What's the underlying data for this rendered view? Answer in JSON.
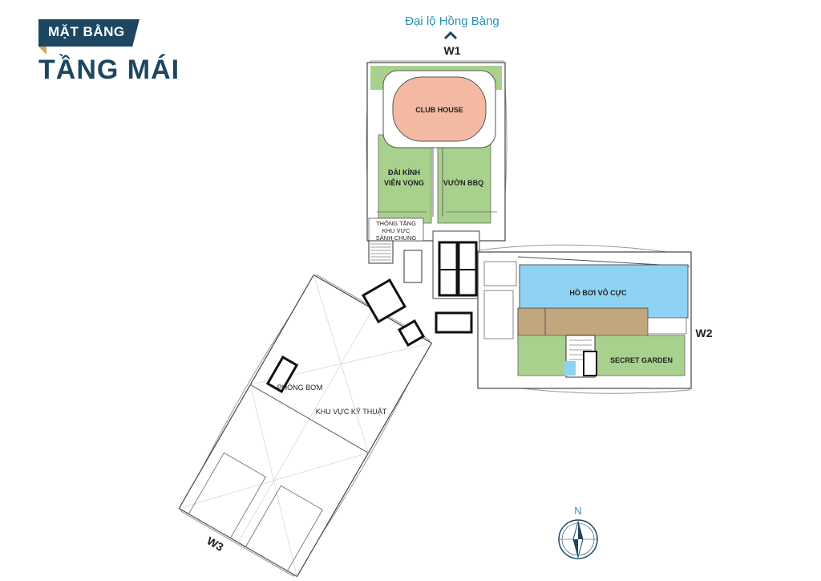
{
  "header": {
    "badge": "MẶT BẰNG",
    "title": "TẦNG MÁI"
  },
  "road": {
    "label": "Đại lộ Hồng Bàng"
  },
  "wings": {
    "w1": "W1",
    "w2": "W2",
    "w3": "W3"
  },
  "rooms": {
    "club_house": "CLUB HOUSE",
    "dai_kinh_line1": "ĐÀI KÍNH",
    "dai_kinh_line2": "VIỄN VỌNG",
    "vuon_bbq": "VƯỜN BBQ",
    "thong_tang_line1": "THÔNG TẦNG",
    "thong_tang_line2": "KHU VỰC",
    "thong_tang_line3": "SẢNH CHUNG",
    "ho_boi": "HỒ BƠI VÔ CỰC",
    "secret_garden": "SECRET GARDEN",
    "phong_bom": "PHÒNG BƠM",
    "khu_vuc_ky_thuat": "KHU VỰC KỸ THUẬT"
  },
  "compass": {
    "north": "N"
  },
  "colors": {
    "navy": "#1d4660",
    "gold": "#c9a860",
    "accent_blue": "#2a8fb8",
    "green": "#a8d18d",
    "pool": "#8fd3f4",
    "clubhouse": "#f4b9a2",
    "deck": "#c2a67d"
  }
}
